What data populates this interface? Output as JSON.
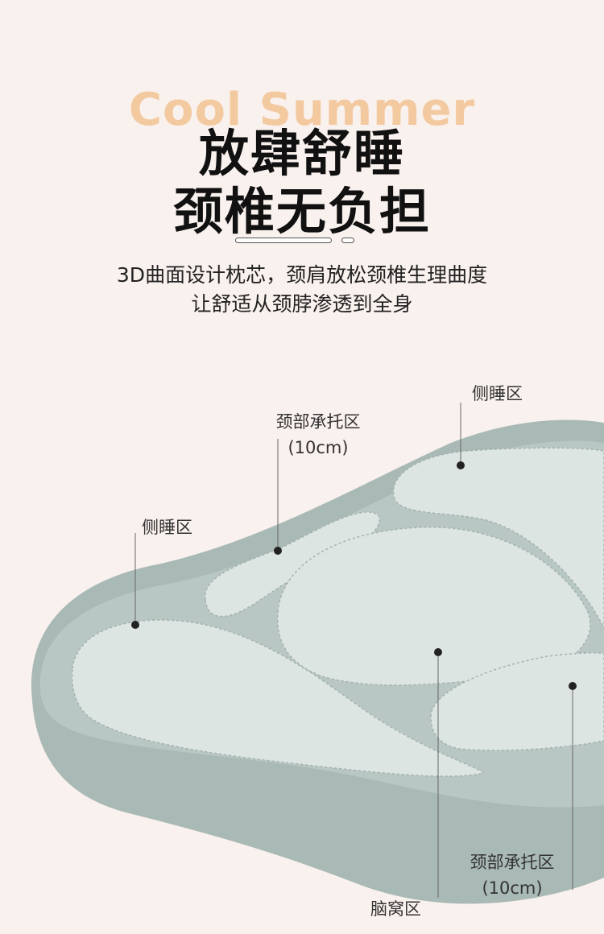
{
  "header": {
    "english": "Cool Summer",
    "title_line1": "放肆舒睡",
    "title_line2": "颈椎无负担",
    "subtitle_line1": "3D曲面设计枕芯，颈肩放松颈椎生理曲度",
    "subtitle_line2": "让舒适从颈脖渗透到全身"
  },
  "labels": {
    "side_right": "侧睡区",
    "neck_top": "颈部承托区",
    "neck_top_size": "(10cm)",
    "side_left": "侧睡区",
    "neck_bottom": "颈部承托区",
    "neck_bottom_size": "(10cm)",
    "head": "脑窝区"
  },
  "colors": {
    "background": "#f9f1ed",
    "accent": "#f3c9a0",
    "pillow_outer": "#a9b9b6",
    "pillow_inner": "#dde5e3"
  }
}
